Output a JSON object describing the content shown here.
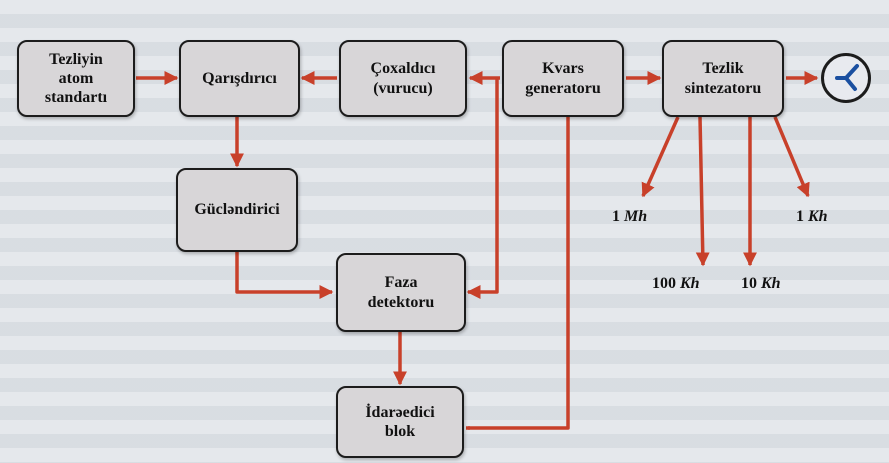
{
  "nodes": {
    "atom_standard": "Tezliyin\natom\nstandartı",
    "mixer": "Qarışdırıcı",
    "multiplier": "Çoxaldıcı\n(vurucu)",
    "quartz": "Kvars\ngeneratoru",
    "synth": "Tezlik\nsintezatoru",
    "amplifier": "Gücləndirici",
    "phase": "Faza\ndetektoru",
    "control": "İdarəedici\nblok"
  },
  "outputs": {
    "out1": {
      "num": "1",
      "unit": "Mh"
    },
    "out2": {
      "num": "100",
      "unit": "Kh"
    },
    "out3": {
      "num": "10",
      "unit": "Kh"
    },
    "out4": {
      "num": "1",
      "unit": "Kh"
    }
  },
  "colors": {
    "arrow": "#c8402a",
    "box": "#d8d6d8",
    "border": "#1c1c1c"
  },
  "icons": {
    "clock": "clock-icon"
  }
}
